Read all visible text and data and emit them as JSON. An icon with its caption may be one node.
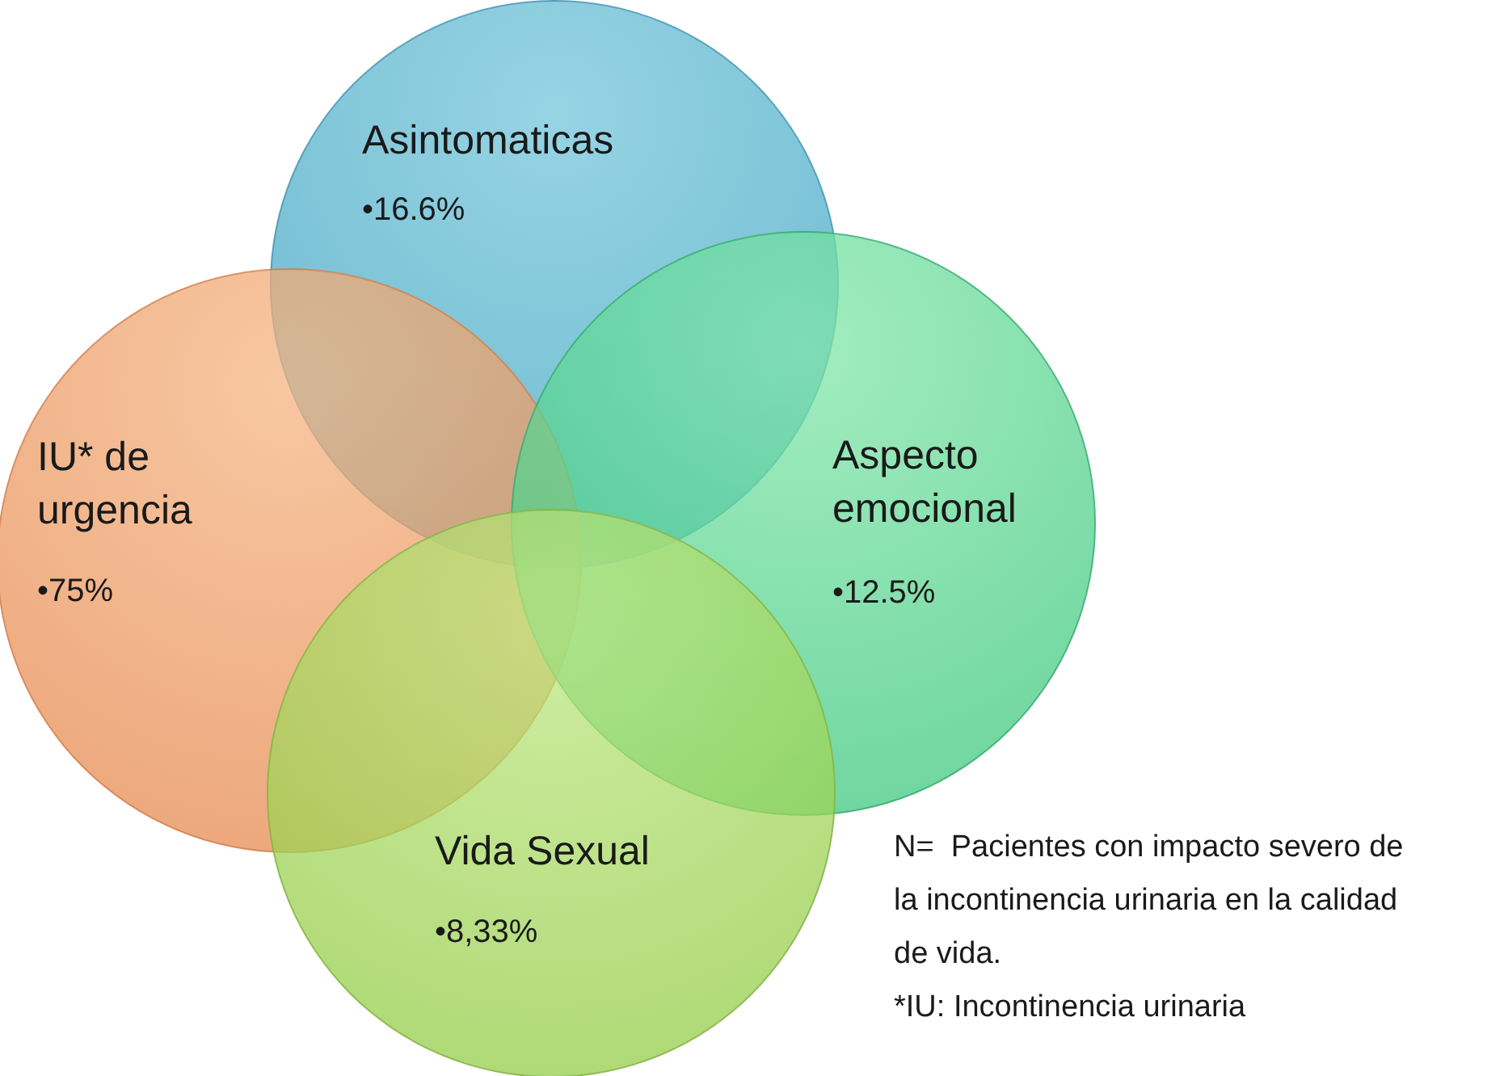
{
  "diagram": {
    "nodes": [
      {
        "text": [
          "Asintomaticas",
          "•16.6%"
        ]
      },
      {
        "text": [
          "IU* de urgencia",
          "•75%"
        ]
      },
      {
        "text": [
          "Aspecto emocional",
          "•12.5%"
        ]
      },
      {
        "text": [
          "Vida Sexual",
          "•8,33%"
        ]
      }
    ],
    "labels": [
      "N=  Pacientes con impacto severo de la incontinencia urinaria en la calidad de vida.",
      "*IU: Incontinencia urinaria"
    ]
  }
}
